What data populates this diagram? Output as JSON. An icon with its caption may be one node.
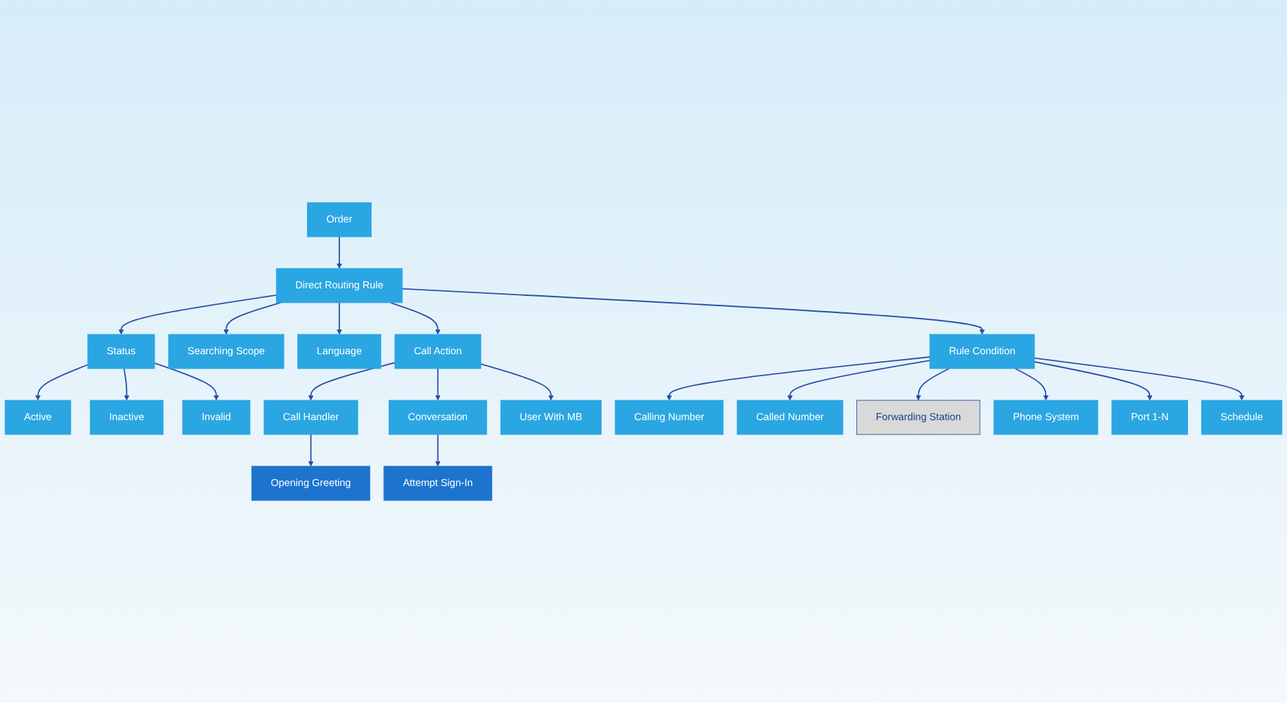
{
  "diagram": {
    "nodes": [
      {
        "text": [
          "Order"
        ]
      },
      {
        "text": [
          "Direct Routing Rule"
        ]
      },
      {
        "text": [
          "Status"
        ]
      },
      {
        "text": [
          "Searching Scope"
        ]
      },
      {
        "text": [
          "Language"
        ]
      },
      {
        "text": [
          "Call Action"
        ]
      },
      {
        "text": [
          "Rule Condition"
        ]
      },
      {
        "text": [
          "Active"
        ]
      },
      {
        "text": [
          "Inactive"
        ]
      },
      {
        "text": [
          "Invalid"
        ]
      },
      {
        "text": [
          "Opening Greeting"
        ]
      },
      {
        "text": [
          "Attempt Sign-In"
        ]
      },
      {
        "text": [
          "Call Handler"
        ]
      },
      {
        "text": [
          "Conversation"
        ]
      },
      {
        "text": [
          "User With MB"
        ]
      },
      {
        "text": [
          "Calling Number"
        ]
      },
      {
        "text": [
          "Called Number"
        ]
      },
      {
        "text": [
          "Forwarding Station"
        ]
      },
      {
        "text": [
          "Phone System"
        ]
      },
      {
        "text": [
          "Port 1-N"
        ]
      },
      {
        "text": [
          "Schedule"
        ]
      }
    ],
    "edges": [
      {
        "from": 0,
        "to": 1,
        "arrow": "to"
      },
      {
        "from": 1,
        "to": 2,
        "arrow": "to"
      },
      {
        "from": 1,
        "to": 3,
        "arrow": "to"
      },
      {
        "from": 1,
        "to": 4,
        "arrow": "to"
      },
      {
        "from": 1,
        "to": 5,
        "arrow": "to"
      },
      {
        "from": 1,
        "to": 6,
        "arrow": "to"
      },
      {
        "from": 2,
        "to": 7,
        "arrow": "to"
      },
      {
        "from": 2,
        "to": 8,
        "arrow": "to"
      },
      {
        "from": 2,
        "to": 9,
        "arrow": "to"
      },
      {
        "from": 5,
        "to": 12,
        "arrow": "to"
      },
      {
        "from": 5,
        "to": 13,
        "arrow": "to"
      },
      {
        "from": 5,
        "to": 14,
        "arrow": "to"
      },
      {
        "from": 12,
        "to": 10,
        "arrow": "to"
      },
      {
        "from": 13,
        "to": 11,
        "arrow": "to"
      },
      {
        "from": 6,
        "to": 15,
        "arrow": "to"
      },
      {
        "from": 6,
        "to": 16,
        "arrow": "to"
      },
      {
        "from": 6,
        "to": 17,
        "arrow": "to"
      },
      {
        "from": 6,
        "to": 18,
        "arrow": "to"
      },
      {
        "from": 6,
        "to": 19,
        "arrow": "to"
      },
      {
        "from": 6,
        "to": 20,
        "arrow": "to"
      }
    ]
  }
}
